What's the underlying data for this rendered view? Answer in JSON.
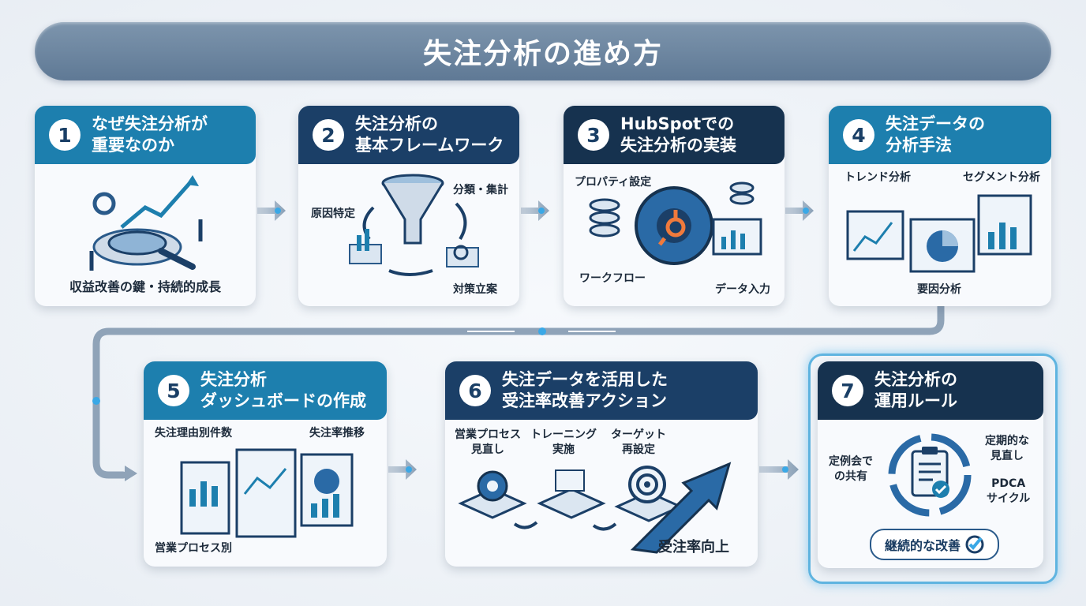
{
  "title": "失注分析の進め方",
  "steps": [
    {
      "num": "1",
      "title": "なぜ失注分析が\n重要なのか",
      "labels": {
        "caption": "収益改善の鍵・持続的成長"
      }
    },
    {
      "num": "2",
      "title": "失注分析の\n基本フレームワーク",
      "labels": {
        "a": "原因特定",
        "b": "分類・集計",
        "c": "対策立案"
      }
    },
    {
      "num": "3",
      "title": "HubSpotでの\n失注分析の実装",
      "labels": {
        "a": "プロパティ設定",
        "b": "ワークフロー",
        "c": "データ入力"
      }
    },
    {
      "num": "4",
      "title": "失注データの\n分析手法",
      "labels": {
        "a": "トレンド分析",
        "b": "セグメント分析",
        "c": "要因分析"
      }
    },
    {
      "num": "5",
      "title": "失注分析\nダッシュボードの作成",
      "labels": {
        "a": "失注理由別件数",
        "b": "失注率推移",
        "c": "営業プロセス別"
      }
    },
    {
      "num": "6",
      "title": "失注データを活用した\n受注率改善アクション",
      "labels": {
        "a": "営業プロセス\n見直し",
        "b": "トレーニング\n実施",
        "c": "ターゲット\n再設定",
        "d": "受注率向上"
      }
    },
    {
      "num": "7",
      "title": "失注分析の\n運用ルール",
      "labels": {
        "a": "定例会で\nの共有",
        "b": "定期的な\n見直し",
        "c": "PDCA\nサイクル",
        "badge": "継続的な改善"
      }
    }
  ],
  "colors": {
    "head_teal": "#1d7fae",
    "head_navy": "#1b3f67",
    "head_dark": "#16324f",
    "accent": "#3aa8e6",
    "title_bar": "#6f88a2"
  },
  "icons": [
    "magnifier-icon",
    "gear-icon",
    "funnel-icon",
    "database-icon",
    "hubspot-gear-icon",
    "chart-window-icon",
    "target-icon",
    "growth-arrow-icon",
    "clipboard-cycle-icon",
    "check-icon"
  ]
}
